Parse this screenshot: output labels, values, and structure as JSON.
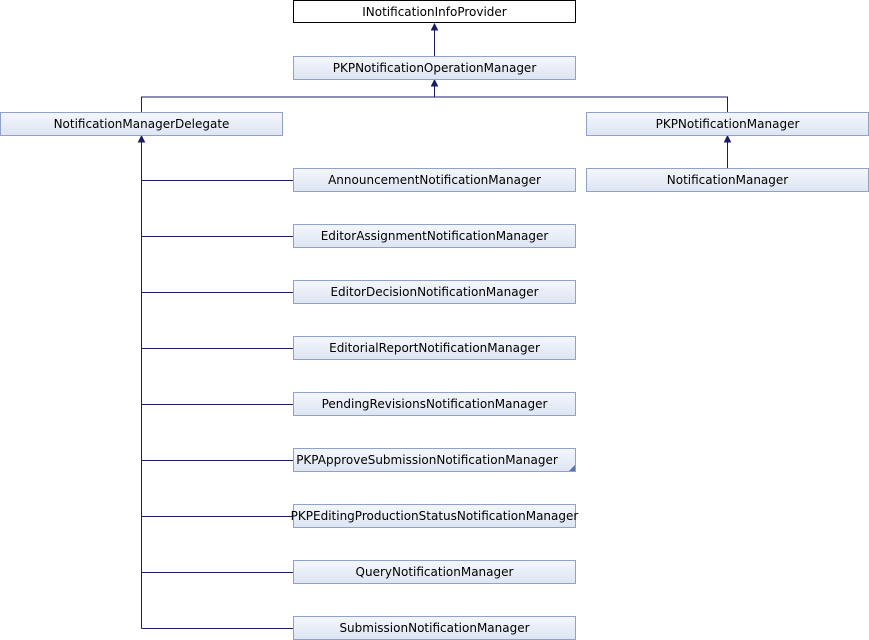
{
  "diagram": {
    "root": "INotificationInfoProvider",
    "operation_manager": "PKPNotificationOperationManager",
    "delegate": "NotificationManagerDelegate",
    "pkp_manager": "PKPNotificationManager",
    "manager": "NotificationManager",
    "delegate_children": [
      "AnnouncementNotificationManager",
      "EditorAssignmentNotificationManager",
      "EditorDecisionNotificationManager",
      "EditorialReportNotificationManager",
      "PendingRevisionsNotificationManager",
      "PKPApproveSubmissionNotificationManager",
      "PKPEditingProductionStatusNotificationManager",
      "QueryNotificationManager",
      "SubmissionNotificationManager"
    ]
  },
  "colors": {
    "box_border": "#8fa2c9",
    "box_fill_top": "#f4f6fb",
    "box_fill_bottom": "#dde5f2",
    "edge": "#1b1b6e"
  }
}
